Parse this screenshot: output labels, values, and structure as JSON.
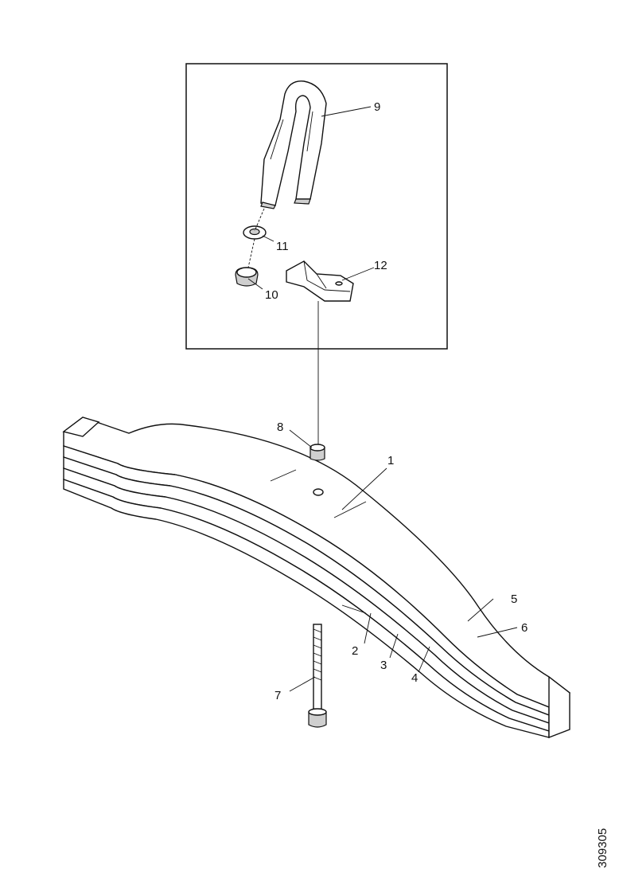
{
  "callouts": {
    "c1": "1",
    "c2": "2",
    "c3": "3",
    "c4": "4",
    "c5": "5",
    "c6": "6",
    "c7": "7",
    "c8": "8",
    "c9": "9",
    "c10": "10",
    "c11": "11",
    "c12": "12"
  },
  "figure_number": "309305"
}
